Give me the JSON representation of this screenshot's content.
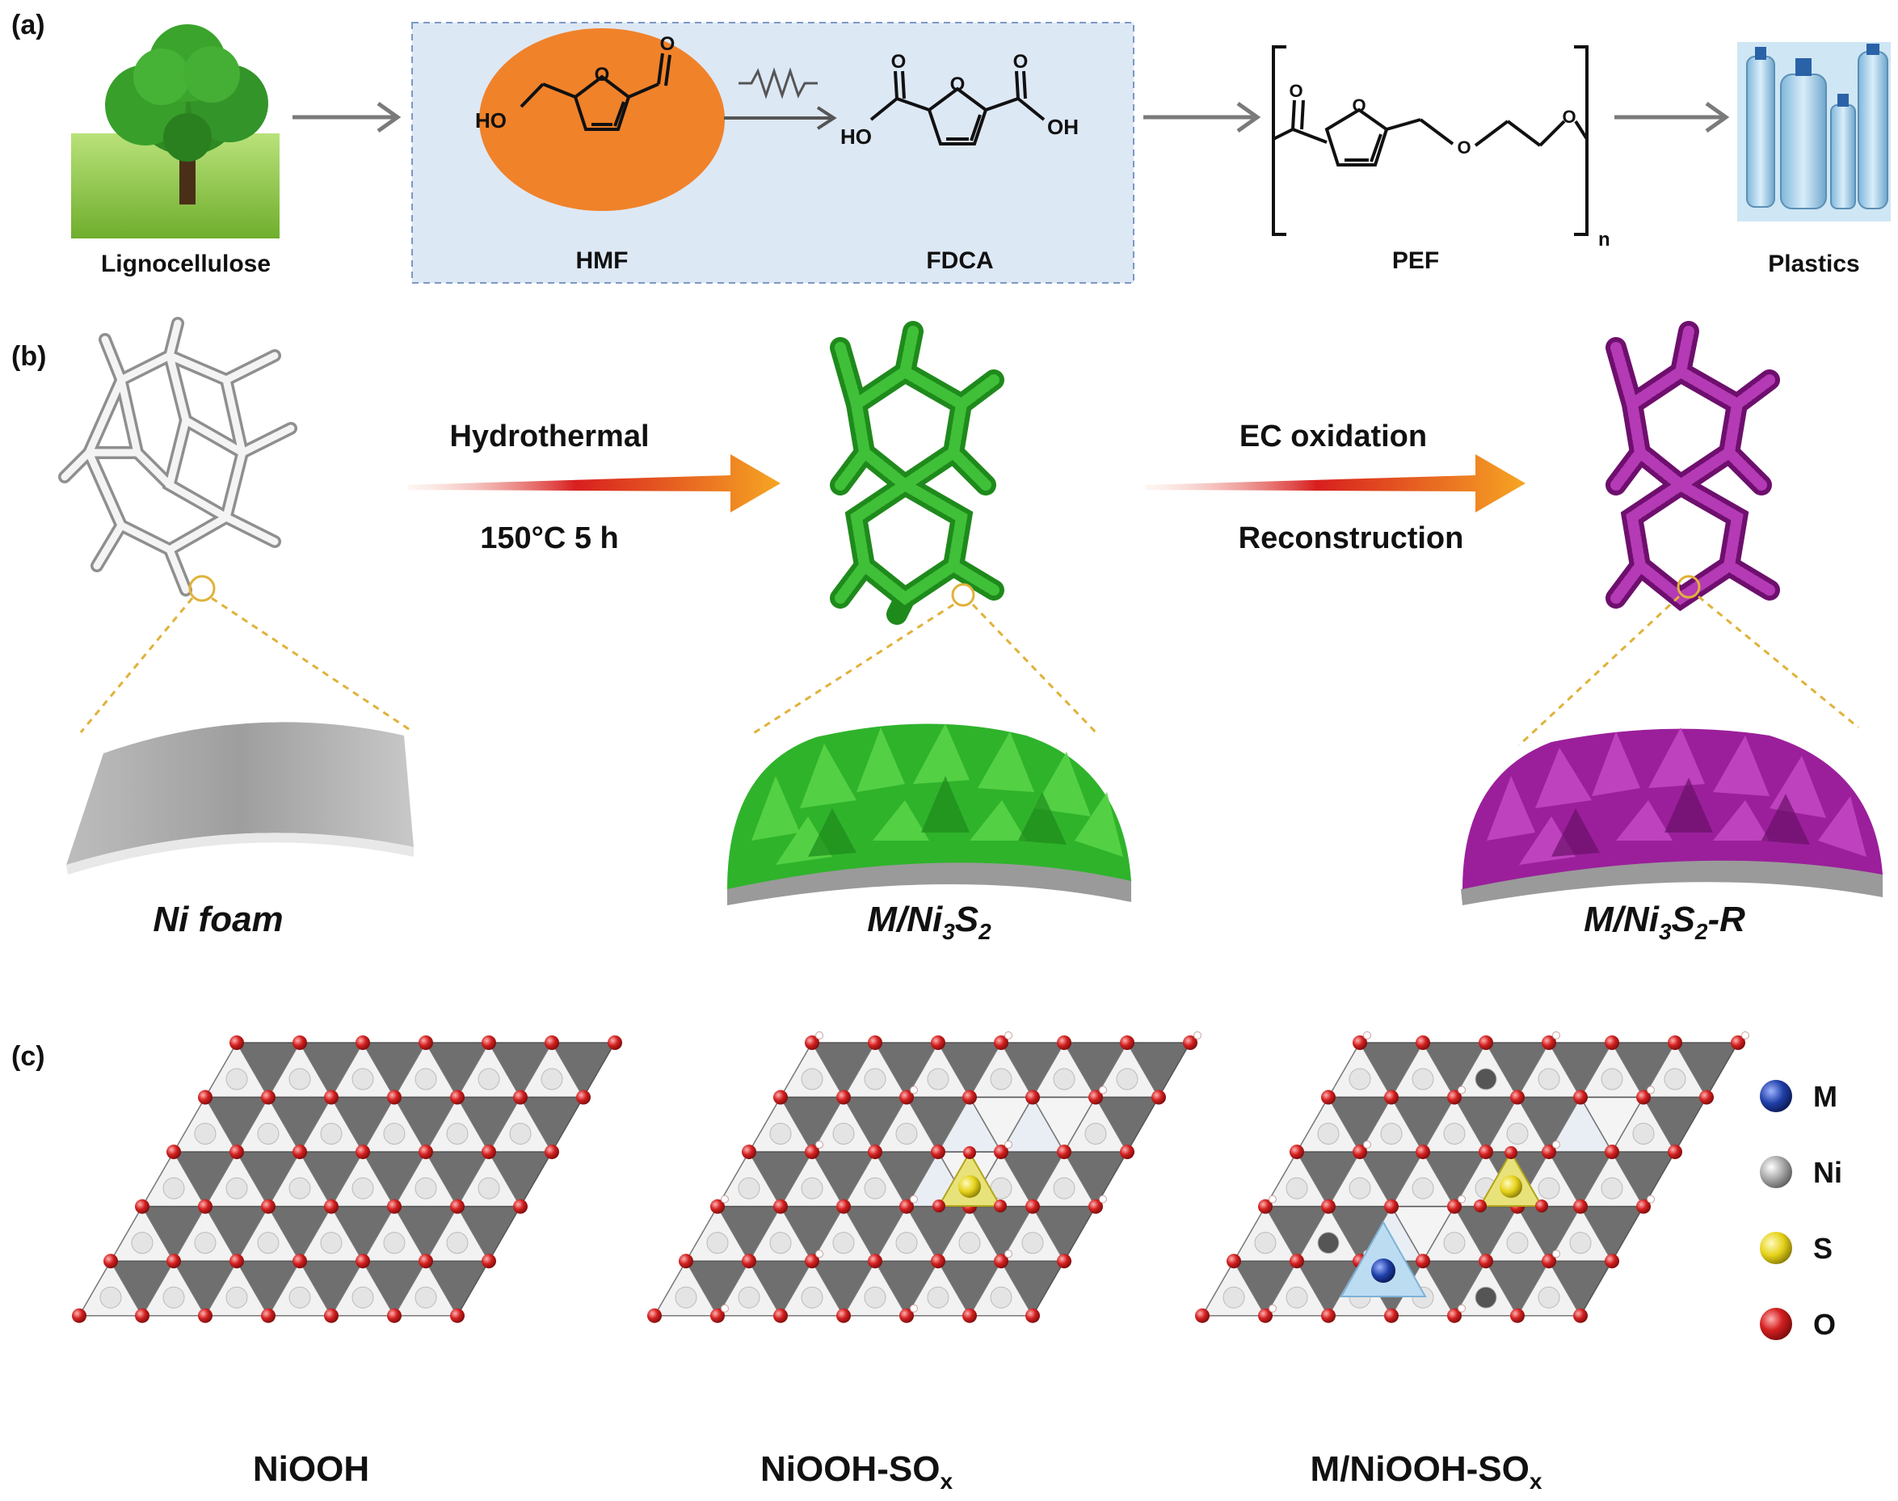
{
  "panel_a": {
    "label": "(a)",
    "items": {
      "lignocellulose": "Lignocellulose",
      "hmf": "HMF",
      "fdca": "FDCA",
      "pef": "PEF",
      "plastics": "Plastics"
    },
    "chem": {
      "hmf_ho": "HO",
      "fdca_ho": "HO",
      "fdca_oh": "OH",
      "o": "O",
      "n": "n"
    }
  },
  "panel_b": {
    "label": "(b)",
    "arrow1_top": "Hydrothermal",
    "arrow1_bottom": "150°C 5 h",
    "arrow2_top": "EC oxidation",
    "arrow2_bottom": "Reconstruction",
    "material1": "Ni foam",
    "material2": {
      "base": "M/Ni",
      "s1": "3",
      "mid": "S",
      "s2": "2",
      "suffix": ""
    },
    "material3": {
      "base": "M/Ni",
      "s1": "3",
      "mid": "S",
      "s2": "2",
      "suffix": "-R"
    },
    "colors": {
      "foam": "#d9d9d9",
      "green": "#2fb32b",
      "purple": "#9b1f9b",
      "arrow_start": "#d81f1f",
      "arrow_end": "#f5a623"
    }
  },
  "panel_c": {
    "label": "(c)",
    "structures": {
      "s1": {
        "base": "NiOOH",
        "sub": ""
      },
      "s2": {
        "base": "NiOOH-SO",
        "sub": "x"
      },
      "s3": {
        "base": "M/NiOOH-SO",
        "sub": "x"
      }
    },
    "legend": [
      {
        "symbol": "M",
        "color": "#1f3fa8"
      },
      {
        "symbol": "Ni",
        "color": "#9a9a9a"
      },
      {
        "symbol": "S",
        "color": "#e6d21a"
      },
      {
        "symbol": "O",
        "color": "#d42020"
      }
    ]
  }
}
